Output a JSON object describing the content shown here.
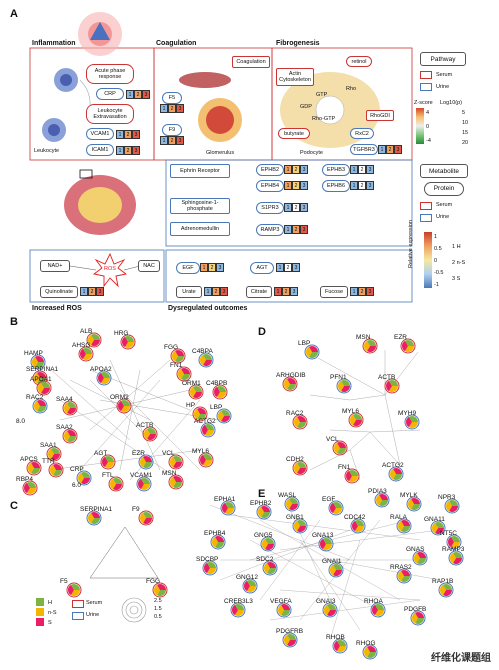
{
  "panels": {
    "a": "A",
    "b": "B",
    "c": "C",
    "d": "D",
    "e": "E"
  },
  "sections": {
    "inflammation": "Inflammation",
    "coagulation": "Coagulation",
    "fibrogenesis": "Fibrogenesis",
    "increased_ros": "Increased ROS",
    "dysregulated": "Dysregulated outcomes"
  },
  "labels": {
    "acute_phase": "Acute phase response",
    "crp": "CRP",
    "leukocyte_extravasation": "Leukocyte Extravasation",
    "vcam1": "VCAM1",
    "icam1": "ICAM1",
    "leukocyte": "Leukocyte",
    "f5": "F5",
    "f9": "F9",
    "coag_box": "Coagulation",
    "glomerulus": "Glomerulus",
    "retinol": "retinol",
    "actin": "Actin Cytoskeleton",
    "gtp": "GTP",
    "gdp": "GDP",
    "rho": "Rho",
    "rho_gtp": "Rho-GTP",
    "rhogdi": "RhoGDI",
    "butyrate": "butyrate",
    "rxc2": "RxC2",
    "tgfbr3": "TGFBR3",
    "podocyte": "Podocyte",
    "ephrin": "Ephrin Receptor",
    "ephb2": "EPHB2",
    "ephb3": "EPHB3",
    "ephb4": "EPHB4",
    "ephb6": "EPHB6",
    "s1p": "Sphingosine-1-phosphate",
    "s1pr3": "S1PR3",
    "adm": "Adrenomedullin",
    "ramp3": "RAMP3",
    "nad": "NAD+",
    "ros": "ROS",
    "nac": "NAC",
    "quinolinate": "Quinolinate",
    "egf": "EGF",
    "agt": "AGT",
    "urate": "Urate",
    "citrate": "Citrate",
    "fucose": "Fucose"
  },
  "legend_a": {
    "pathway": "Pathway",
    "serum": "Serum",
    "urine": "Urine",
    "zscore": "Z-score",
    "log10p": "Log10(p)",
    "z_ticks": [
      "4",
      "0",
      "-4"
    ],
    "p_ticks": [
      "5",
      "10",
      "15",
      "20"
    ],
    "metabolite": "Metabolite",
    "protein": "Protein",
    "serum2": "Serum",
    "urine2": "Urine",
    "rel_expr": "Relative expression",
    "re_ticks": [
      "1",
      "0.5",
      "0",
      "-0.5",
      "-1"
    ],
    "groups": [
      "1 H",
      "2 n-S",
      "3 S"
    ]
  },
  "legend_c": {
    "h": "H",
    "ns": "n-S",
    "s": "S",
    "serum": "Serum",
    "urine": "Urine",
    "sizes": [
      "2.5",
      "1.5",
      "0.5"
    ]
  },
  "nodes_b": [
    "HAMP",
    "ALB",
    "HRG",
    "FGG",
    "C4BPA",
    "AHSG",
    "SERPINA1",
    "APOA1",
    "APOA2",
    "FN1",
    "ORM1",
    "C4BPB",
    "RAC2",
    "SAA4",
    "ORM2",
    "HP",
    "LBP",
    "8.0",
    "SAA2",
    "ACTB",
    "ACTG2",
    "APCS",
    "SAA1",
    "AGT",
    "EZR",
    "VCL",
    "MYL6",
    "TTR",
    "CRP",
    "RBP4",
    "6.0",
    "FTL",
    "VCAM1",
    "MSN"
  ],
  "nodes_c": [
    "SERPINA1",
    "F9",
    "F5",
    "FGG"
  ],
  "nodes_d": [
    "LBP",
    "MSN",
    "EZR",
    "ARHGDIB",
    "PFN1",
    "ACTB",
    "RAC2",
    "MYL6",
    "MYH9",
    "VCL",
    "CDH2",
    "FN1",
    "ACTG2"
  ],
  "nodes_e": [
    "PDIA3",
    "WASL",
    "EGF",
    "MYLK",
    "NPR3",
    "EPHA1",
    "EPHB2",
    "GNB1",
    "CDC42",
    "RALA",
    "GNA11",
    "NT5C",
    "EPHB4",
    "GNG5",
    "GNA13",
    "GNAS",
    "RAMP3",
    "SDCBP",
    "SDC2",
    "GNAI1",
    "GNG12",
    "RRAS2",
    "RAP1B",
    "CREB3L3",
    "VEGFA",
    "GNAI3",
    "RHOA",
    "PDGFB",
    "PDGFRB",
    "RHOB",
    "RHOG"
  ],
  "watermark": "纤维化课题组"
}
